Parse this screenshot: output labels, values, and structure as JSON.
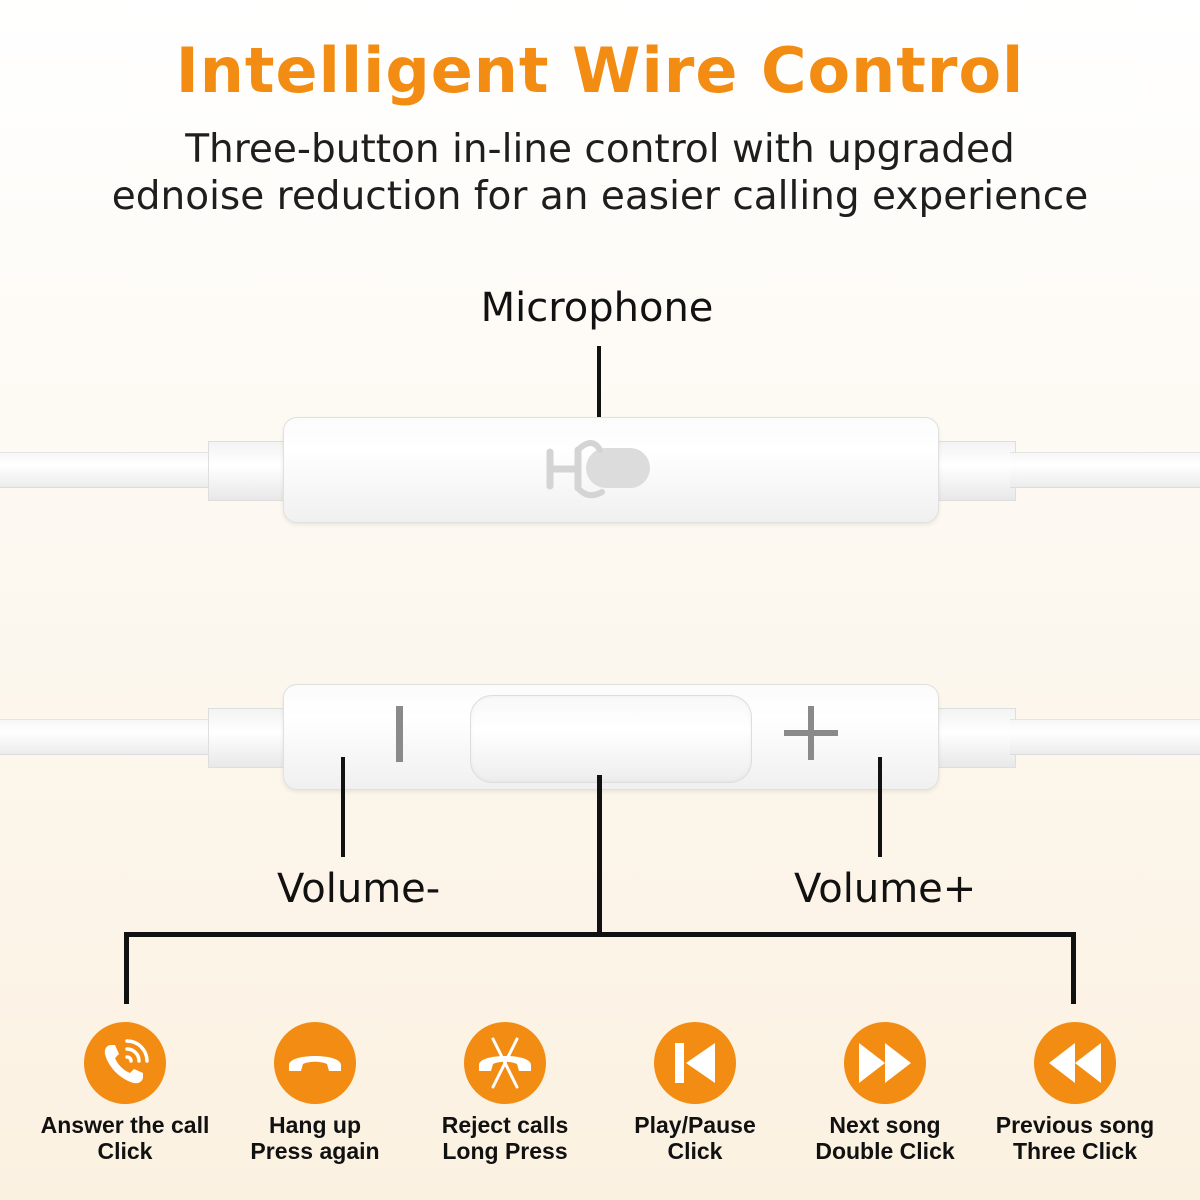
{
  "header": {
    "title": "Intelligent Wire Control",
    "subtitle_line1": "Three-button in-line control with upgraded",
    "subtitle_line2": "ednoise reduction for an easier calling experience"
  },
  "labels": {
    "microphone": "Microphone",
    "volume_minus": "Volume-",
    "volume_plus": "Volume+"
  },
  "functions": [
    {
      "icon": "phone-ringing-icon",
      "action": "Answer the call",
      "gesture": "Click"
    },
    {
      "icon": "hang-up-icon",
      "action": "Hang up",
      "gesture": "Press again"
    },
    {
      "icon": "reject-call-icon",
      "action": "Reject calls",
      "gesture": "Long Press"
    },
    {
      "icon": "play-pause-icon",
      "action": "Play/Pause",
      "gesture": "Click"
    },
    {
      "icon": "next-song-icon",
      "action": "Next song",
      "gesture": "Double Click"
    },
    {
      "icon": "previous-song-icon",
      "action": "Previous song",
      "gesture": "Three Click"
    }
  ],
  "colors": {
    "accent": "#f28c12",
    "text": "#111111",
    "remote": "#ffffff"
  }
}
